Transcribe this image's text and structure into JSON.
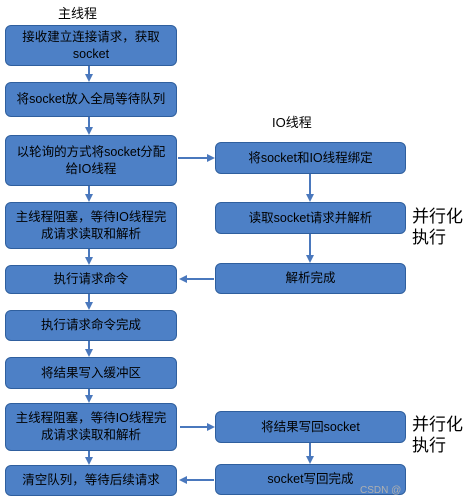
{
  "labels": {
    "main_thread": "主线程",
    "io_thread": "IO线程"
  },
  "left_boxes": [
    {
      "text": "接收建立连接请求，获取socket"
    },
    {
      "text": "将socket放入全局等待队列"
    },
    {
      "text": "以轮询的方式将socket分配给IO线程"
    },
    {
      "text": "主线程阻塞，等待IO线程完成请求读取和解析"
    },
    {
      "text": "执行请求命令"
    },
    {
      "text": "执行请求命令完成"
    },
    {
      "text": "将结果写入缓冲区"
    },
    {
      "text": "主线程阻塞，等待IO线程完成请求读取和解析"
    },
    {
      "text": "清空队列，等待后续请求"
    }
  ],
  "right_boxes": [
    {
      "text": "将socket和IO线程绑定"
    },
    {
      "text": "读取socket请求并解析"
    },
    {
      "text": "解析完成"
    },
    {
      "text": "将结果写回socket"
    },
    {
      "text": "socket写回完成"
    }
  ],
  "notes": [
    "并行化执行",
    "并行化执行"
  ],
  "watermark": "CSDN @ ",
  "colors": {
    "box_fill": "#4d80c6",
    "box_border": "#2f5f9e",
    "arrow": "#4a78bd"
  }
}
